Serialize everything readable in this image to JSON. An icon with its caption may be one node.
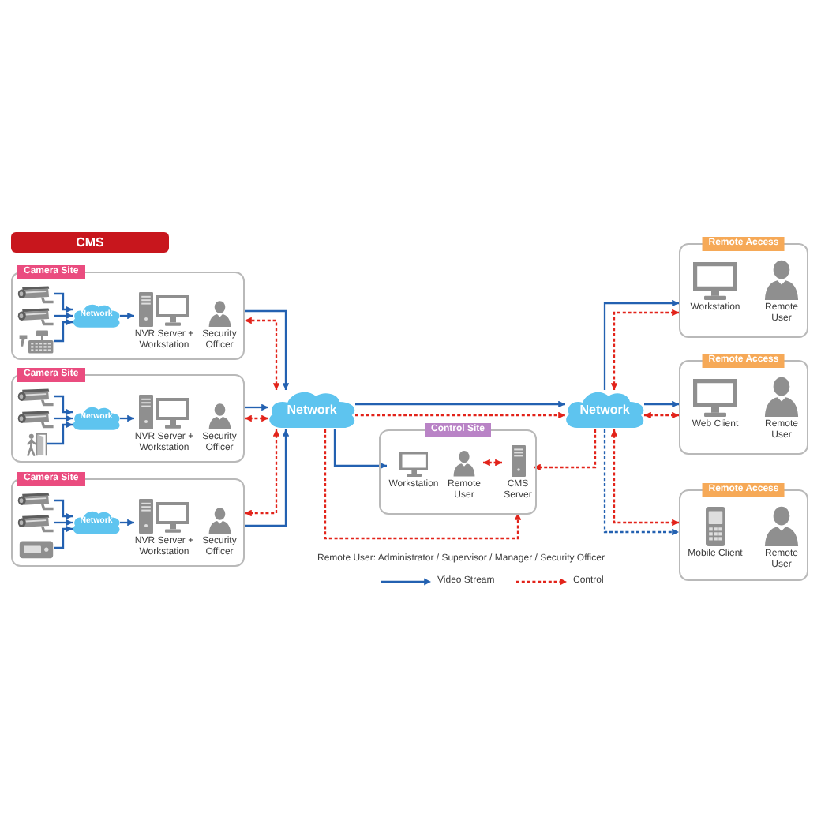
{
  "diagram": {
    "nodes": [
      {
        "text": [
          "CMS"
        ]
      },
      {
        "text": [
          "Camera Site"
        ]
      },
      {
        "text": [],
        "shape": "picture",
        "in": 1
      },
      {
        "text": [],
        "shape": "picture",
        "in": 1
      },
      {
        "text": [],
        "shape": "picture",
        "in": 1
      },
      {
        "text": [
          "Network"
        ],
        "in": 1
      },
      {
        "text": [
          "NVR Server + Workstation"
        ],
        "in": 1
      },
      {
        "text": [
          "Security Officer"
        ],
        "in": 1
      },
      {
        "text": [
          "Camera Site"
        ]
      },
      {
        "text": [],
        "shape": "picture",
        "in": 8
      },
      {
        "text": [],
        "shape": "picture",
        "in": 8
      },
      {
        "text": [],
        "shape": "picture",
        "in": 8
      },
      {
        "text": [
          "Network"
        ],
        "in": 8
      },
      {
        "text": [
          "NVR Server + Workstation"
        ],
        "in": 8
      },
      {
        "text": [
          "Security Officer"
        ],
        "in": 8
      },
      {
        "text": [
          "Camera Site"
        ]
      },
      {
        "text": [],
        "shape": "picture",
        "in": 15
      },
      {
        "text": [],
        "shape": "picture",
        "in": 15
      },
      {
        "text": [],
        "shape": "picture",
        "in": 15
      },
      {
        "text": [
          "Network"
        ],
        "in": 15
      },
      {
        "text": [
          "NVR Server + Workstation"
        ],
        "in": 15
      },
      {
        "text": [
          "Security Officer"
        ],
        "in": 15
      },
      {
        "text": [
          "Network"
        ]
      },
      {
        "text": [
          "Control Site"
        ]
      },
      {
        "text": [
          "Workstation"
        ],
        "in": 23
      },
      {
        "text": [
          "Remote User"
        ],
        "in": 23
      },
      {
        "text": [
          "CMS Server"
        ],
        "in": 23
      },
      {
        "text": [
          "Network"
        ]
      },
      {
        "text": [
          "Remote Access"
        ]
      },
      {
        "text": [
          "Workstation"
        ],
        "in": 28
      },
      {
        "text": [
          "Remote User"
        ],
        "in": 28
      },
      {
        "text": [
          "Remote Access"
        ]
      },
      {
        "text": [
          "Web Client"
        ],
        "in": 31
      },
      {
        "text": [
          "Remote User"
        ],
        "in": 31
      },
      {
        "text": [
          "Remote Access"
        ]
      },
      {
        "text": [
          "Mobile Client"
        ],
        "in": 34
      },
      {
        "text": [
          "Remote User"
        ],
        "in": 34
      }
    ],
    "edges": [
      {
        "from": 2,
        "to": 5,
        "arrow": "to"
      },
      {
        "from": 3,
        "to": 5,
        "arrow": "to"
      },
      {
        "from": 4,
        "to": 5,
        "arrow": "to"
      },
      {
        "from": 5,
        "to": 6,
        "arrow": "to"
      },
      {
        "from": 9,
        "to": 12,
        "arrow": "to"
      },
      {
        "from": 10,
        "to": 12,
        "arrow": "to"
      },
      {
        "from": 11,
        "to": 12,
        "arrow": "to"
      },
      {
        "from": 12,
        "to": 13,
        "arrow": "to"
      },
      {
        "from": 16,
        "to": 19,
        "arrow": "to"
      },
      {
        "from": 17,
        "to": 19,
        "arrow": "to"
      },
      {
        "from": 18,
        "to": 19,
        "arrow": "to"
      },
      {
        "from": 19,
        "to": 20,
        "arrow": "to"
      },
      {
        "from": 1,
        "to": 22,
        "arrow": "to"
      },
      {
        "from": 22,
        "to": 1,
        "arrow": "both",
        "style": "dashed",
        "color": "#e2231a"
      },
      {
        "from": 8,
        "to": 22,
        "arrow": "to"
      },
      {
        "from": 22,
        "to": 8,
        "arrow": "both",
        "style": "dashed",
        "color": "#e2231a"
      },
      {
        "from": 15,
        "to": 22,
        "arrow": "to"
      },
      {
        "from": 22,
        "to": 15,
        "arrow": "both",
        "style": "dashed",
        "color": "#e2231a"
      },
      {
        "from": 22,
        "to": 27,
        "arrow": "to"
      },
      {
        "from": 22,
        "to": 27,
        "arrow": "to",
        "style": "dashed",
        "color": "#e2231a"
      },
      {
        "from": 22,
        "to": 24,
        "arrow": "to"
      },
      {
        "from": 22,
        "to": 26,
        "arrow": "to",
        "style": "dashed",
        "color": "#e2231a"
      },
      {
        "from": 25,
        "to": 26,
        "arrow": "both",
        "style": "dashed",
        "color": "#e2231a"
      },
      {
        "from": 27,
        "to": 26,
        "arrow": "to",
        "style": "dashed",
        "color": "#e2231a"
      },
      {
        "from": 27,
        "to": 28,
        "arrow": "to"
      },
      {
        "from": 27,
        "to": 28,
        "arrow": "both",
        "style": "dashed",
        "color": "#e2231a"
      },
      {
        "from": 27,
        "to": 31,
        "arrow": "to"
      },
      {
        "from": 27,
        "to": 31,
        "arrow": "both",
        "style": "dashed",
        "color": "#e2231a"
      },
      {
        "from": 27,
        "to": 34,
        "arrow": "to",
        "style": "dashed"
      },
      {
        "from": 27,
        "to": 34,
        "arrow": "both",
        "style": "dashed",
        "color": "#e2231a"
      }
    ],
    "labels": [
      "Remote User: Administrator / Supervisor / Manager / Security Officer"
    ],
    "legend": [
      {
        "text": "Video Stream"
      },
      {
        "text": "Control"
      }
    ]
  }
}
